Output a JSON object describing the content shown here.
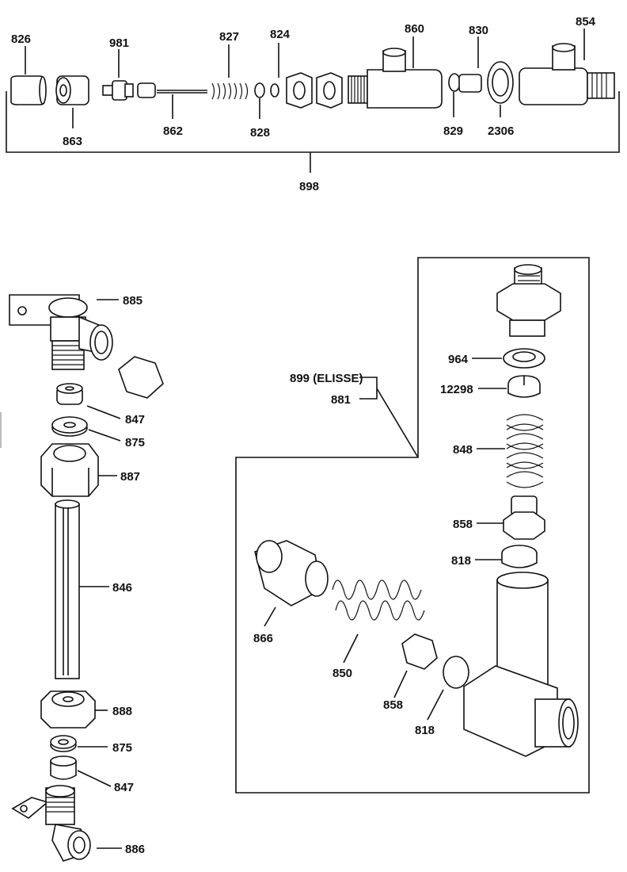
{
  "labels": {
    "top": {
      "p826": "826",
      "p863": "863",
      "p981": "981",
      "p862": "862",
      "p827": "827",
      "p824": "824",
      "p828": "828",
      "p860": "860",
      "p830": "830",
      "p829": "829",
      "p2306": "2306",
      "p854": "854",
      "p898": "898"
    },
    "left": {
      "p885": "885",
      "p847a": "847",
      "p875a": "875",
      "p887": "887",
      "p846": "846",
      "p888": "888",
      "p875b": "875",
      "p847b": "847",
      "p886": "886"
    },
    "box": {
      "p899": "899 (ELISSE)",
      "p881": "881",
      "p964": "964",
      "p12298": "12298",
      "p848": "848",
      "p858a": "858",
      "p818a": "818",
      "p866": "866",
      "p850": "850",
      "p858b": "858",
      "p818b": "818"
    }
  },
  "colors": {
    "ink": "#111111",
    "paper": "#ffffff"
  }
}
